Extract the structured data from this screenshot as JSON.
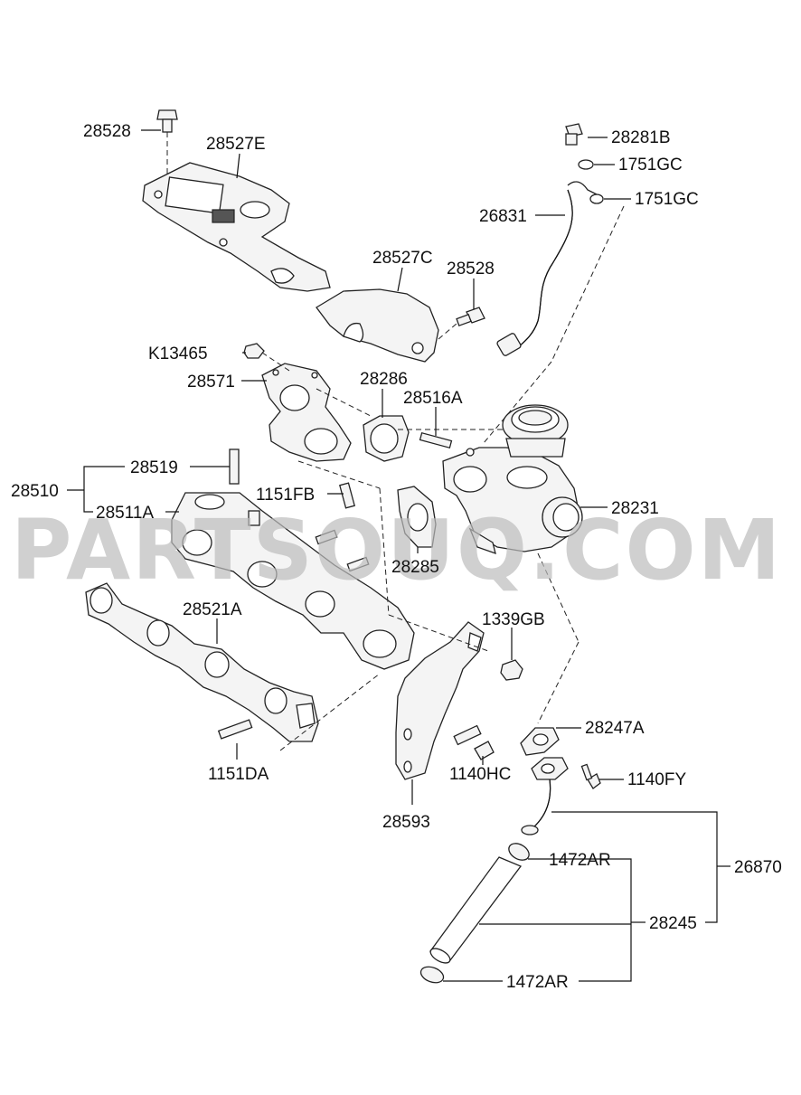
{
  "watermark": "PARTSOUQ.COM",
  "labels": {
    "p28528_top": "28528",
    "p28527E": "28527E",
    "p28281B": "28281B",
    "p1751GC_a": "1751GC",
    "p1751GC_b": "1751GC",
    "p26831": "26831",
    "p28527C": "28527C",
    "p28528_mid": "28528",
    "pK13465": "K13465",
    "p28571": "28571",
    "p28286": "28286",
    "p28516A": "28516A",
    "p28519": "28519",
    "p28510": "28510",
    "p1151FB": "1151FB",
    "p28511A": "28511A",
    "p28231": "28231",
    "p28285": "28285",
    "p28521A": "28521A",
    "p1339GB": "1339GB",
    "p28247A": "28247A",
    "p1151DA": "1151DA",
    "p1140HC": "1140HC",
    "p1140FY": "1140FY",
    "p28593": "28593",
    "p26870": "26870",
    "p1472AR_a": "1472AR",
    "p28245": "28245",
    "p1472AR_b": "1472AR"
  }
}
